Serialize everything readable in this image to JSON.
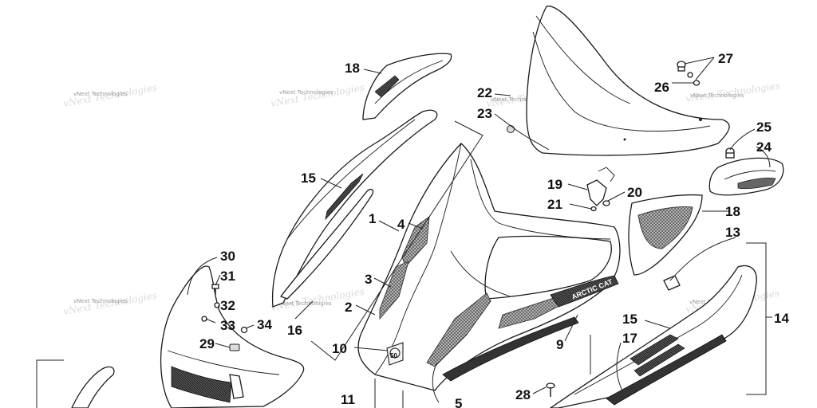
{
  "diagram": {
    "callouts": [
      {
        "id": "c1",
        "label": "1"
      },
      {
        "id": "c2",
        "label": "2"
      },
      {
        "id": "c3",
        "label": "3"
      },
      {
        "id": "c4",
        "label": "4"
      },
      {
        "id": "c5",
        "label": "5"
      },
      {
        "id": "c9",
        "label": "9"
      },
      {
        "id": "c10",
        "label": "10"
      },
      {
        "id": "c11",
        "label": "11"
      },
      {
        "id": "c13",
        "label": "13"
      },
      {
        "id": "c14",
        "label": "14"
      },
      {
        "id": "c15a",
        "label": "15"
      },
      {
        "id": "c15b",
        "label": "15"
      },
      {
        "id": "c16",
        "label": "16"
      },
      {
        "id": "c17",
        "label": "17"
      },
      {
        "id": "c18a",
        "label": "18"
      },
      {
        "id": "c18b",
        "label": "18"
      },
      {
        "id": "c19",
        "label": "19"
      },
      {
        "id": "c20",
        "label": "20"
      },
      {
        "id": "c21",
        "label": "21"
      },
      {
        "id": "c22",
        "label": "22"
      },
      {
        "id": "c23",
        "label": "23"
      },
      {
        "id": "c24",
        "label": "24"
      },
      {
        "id": "c25",
        "label": "25"
      },
      {
        "id": "c26",
        "label": "26"
      },
      {
        "id": "c27",
        "label": "27"
      },
      {
        "id": "c28",
        "label": "28"
      },
      {
        "id": "c29",
        "label": "29"
      },
      {
        "id": "c30",
        "label": "30"
      },
      {
        "id": "c31",
        "label": "31"
      },
      {
        "id": "c32",
        "label": "32"
      },
      {
        "id": "c33",
        "label": "33"
      },
      {
        "id": "c34",
        "label": "34"
      }
    ],
    "decal_text": "ARCTIC CAT",
    "badge_text": "50",
    "watermark": "vNext Technologies"
  }
}
